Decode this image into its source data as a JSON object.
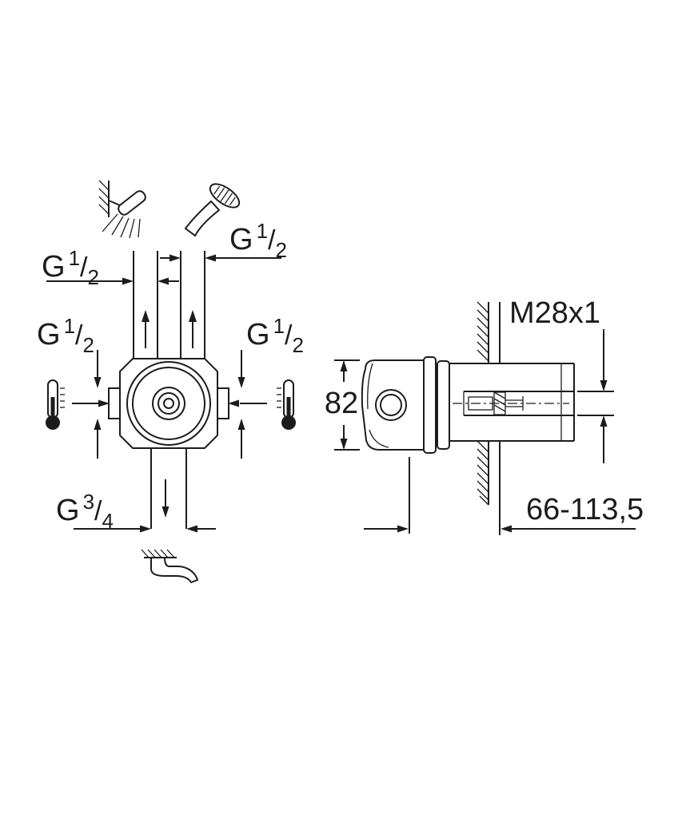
{
  "colors": {
    "background": "#ffffff",
    "line": "#1c1c1c"
  },
  "labels": {
    "g_half": {
      "base": "G",
      "num": "1",
      "slash": "/",
      "den": "2"
    },
    "g_three_quarters": {
      "base": "G",
      "num": "3",
      "slash": "/",
      "den": "4"
    },
    "thread": "M28x1",
    "height": "82",
    "depth_range": "66-113,5"
  },
  "icons": {
    "hand_shower_wall": "wall-mounted-hand-shower-icon",
    "hand_shower": "hand-shower-icon",
    "thermometer_left": "thermometer-icon",
    "thermometer_right": "thermometer-icon",
    "spout": "bath-spout-icon",
    "flow_arrows": "flow-direction-arrow"
  }
}
